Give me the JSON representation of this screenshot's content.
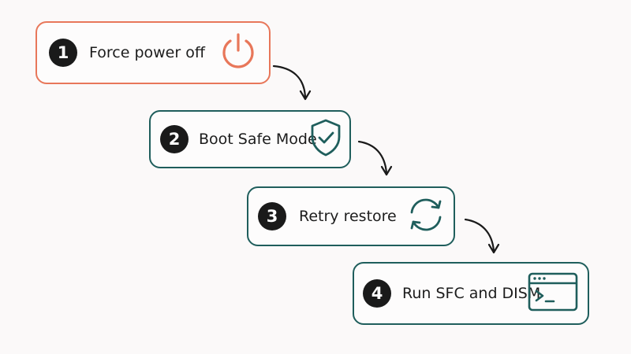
{
  "steps": [
    {
      "number": "1",
      "label": "Force power off",
      "icon": "power-icon",
      "color": "#e8775a"
    },
    {
      "number": "2",
      "label": "Boot Safe Mode",
      "icon": "shield-check-icon",
      "color": "#1f5e5c"
    },
    {
      "number": "3",
      "label": "Retry restore",
      "icon": "refresh-icon",
      "color": "#1f5e5c"
    },
    {
      "number": "4",
      "label": "Run SFC and DISM",
      "icon": "terminal-window-icon",
      "color": "#1f5e5c"
    }
  ],
  "colors": {
    "badge": "#1a1a1a",
    "arrow": "#1a1a1a",
    "background": "#fbf9f9"
  }
}
